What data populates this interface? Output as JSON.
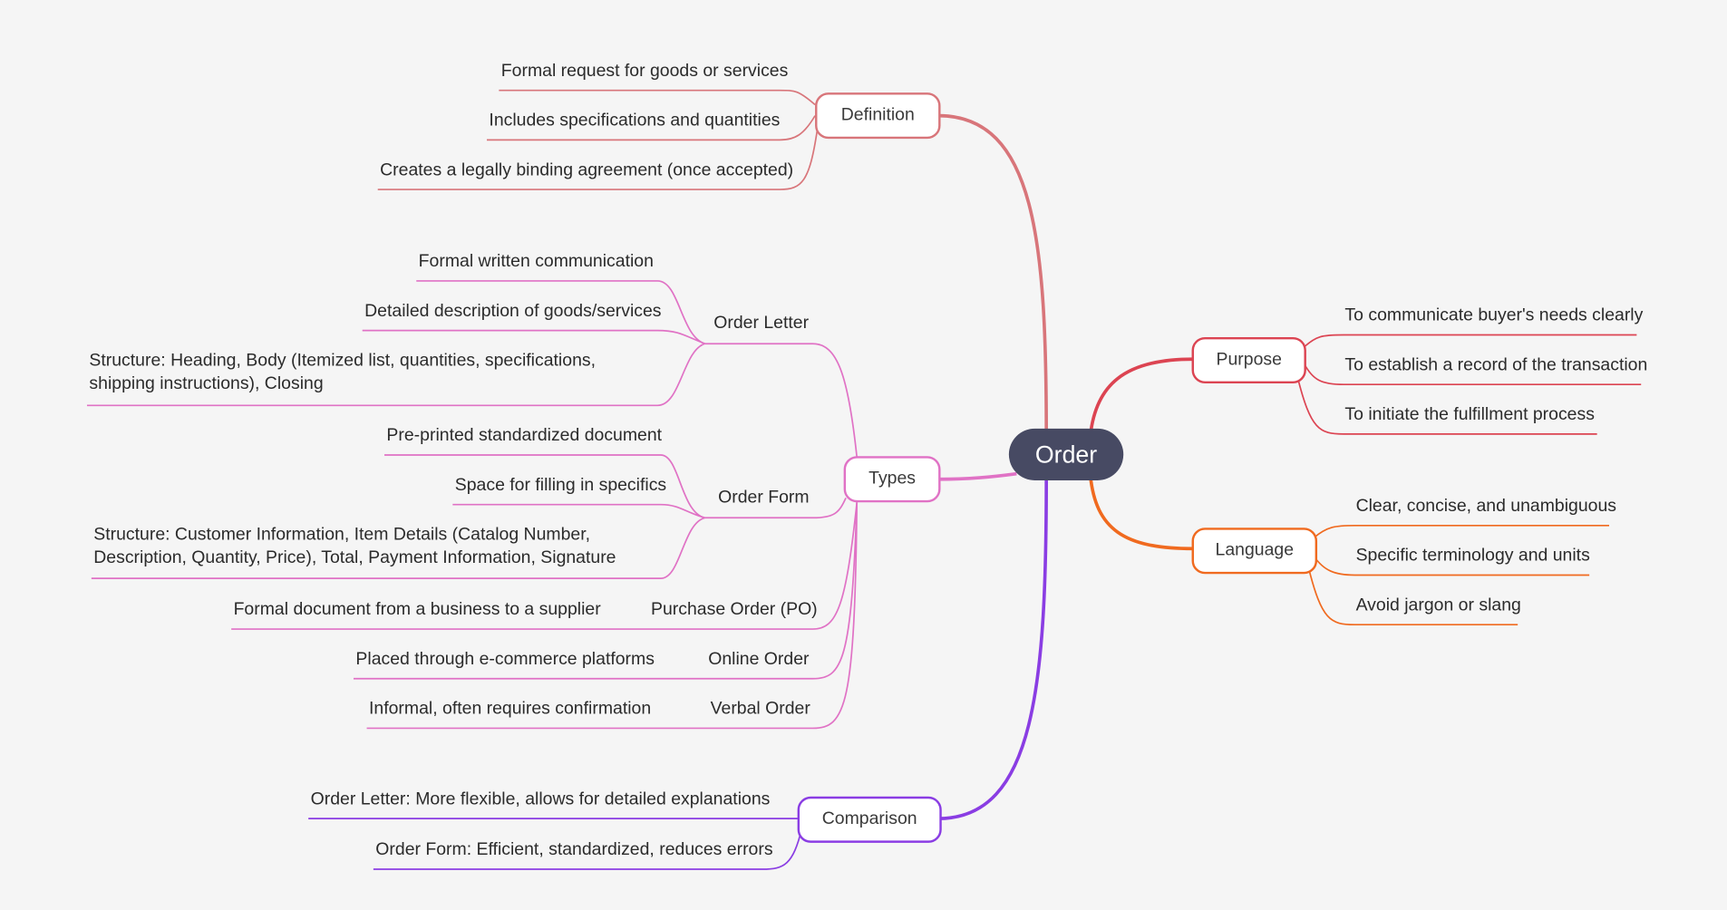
{
  "root": {
    "label": "Order",
    "color": "#474a63"
  },
  "colors": {
    "definition": "#d8757a",
    "types": "#e072c5",
    "comparison": "#8a3de3",
    "purpose": "#dc4452",
    "language": "#f06a1f"
  },
  "branches": {
    "definition": {
      "label": "Definition",
      "items": [
        "Formal request for goods or services",
        "Includes specifications and quantities",
        "Creates a legally binding agreement (once accepted)"
      ]
    },
    "types": {
      "label": "Types",
      "order_letter": {
        "label": "Order Letter",
        "items": [
          "Formal written communication",
          "Detailed description of goods/services",
          "Structure:  Heading, Body (Itemized list, quantities, specifications, shipping instructions), Closing"
        ]
      },
      "order_form": {
        "label": "Order Form",
        "items": [
          "Pre-printed standardized document",
          "Space for filling in specifics",
          "Structure: Customer Information, Item Details (Catalog Number, Description, Quantity, Price), Total, Payment Information, Signature"
        ]
      },
      "purchase_order": {
        "label": "Purchase Order (PO)",
        "item": "Formal document from a business to a supplier"
      },
      "online_order": {
        "label": "Online Order",
        "item": "Placed through e-commerce platforms"
      },
      "verbal_order": {
        "label": "Verbal Order",
        "item": "Informal, often requires confirmation"
      }
    },
    "comparison": {
      "label": "Comparison",
      "items": [
        "Order Letter: More flexible, allows for detailed explanations",
        "Order Form: Efficient, standardized, reduces errors"
      ]
    },
    "purpose": {
      "label": "Purpose",
      "items": [
        "To communicate buyer's needs clearly",
        "To establish a record of the transaction",
        "To initiate the fulfillment process"
      ]
    },
    "language": {
      "label": "Language",
      "items": [
        "Clear, concise, and unambiguous",
        "Specific terminology and units",
        "Avoid jargon or slang"
      ]
    }
  }
}
